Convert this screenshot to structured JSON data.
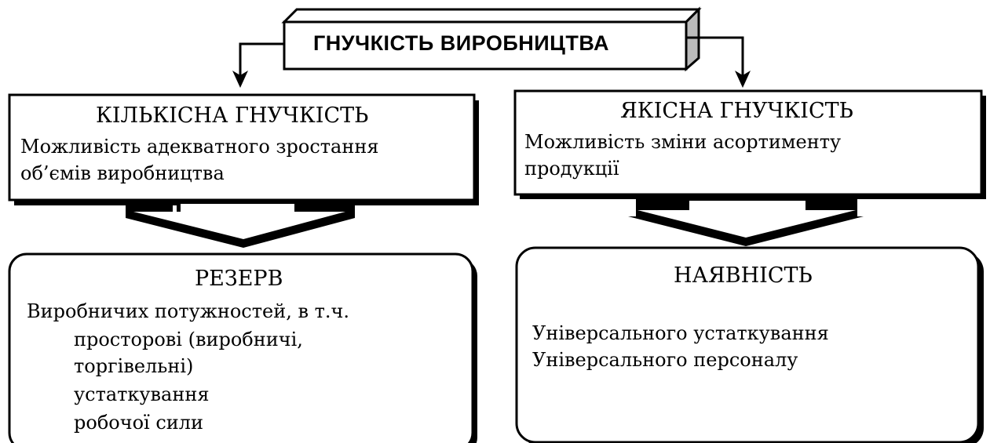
{
  "title": "ГНУЧКІСТЬ ВИРОБНИЦТВА",
  "left_box": {
    "heading": "КІЛЬКІСНА ГНУЧКІСТЬ",
    "lines": [
      "Можливість адекватного зростання",
      "об’ємів виробництва"
    ]
  },
  "right_box": {
    "heading": "ЯКІСНА ГНУЧКІСТЬ",
    "lines": [
      "Можливість зміни асортименту",
      "продукції"
    ]
  },
  "reserve_box": {
    "heading": "РЕЗЕРВ",
    "lines": [
      "Виробничих потужностей, в т.ч.",
      "просторові (виробничі,",
      "торгівельні)",
      "устаткування",
      "робочої сили"
    ]
  },
  "availability_box": {
    "heading": "НАЯВНІСТЬ",
    "lines": [
      "Універсального устаткування",
      "Універсального персоналу"
    ]
  }
}
